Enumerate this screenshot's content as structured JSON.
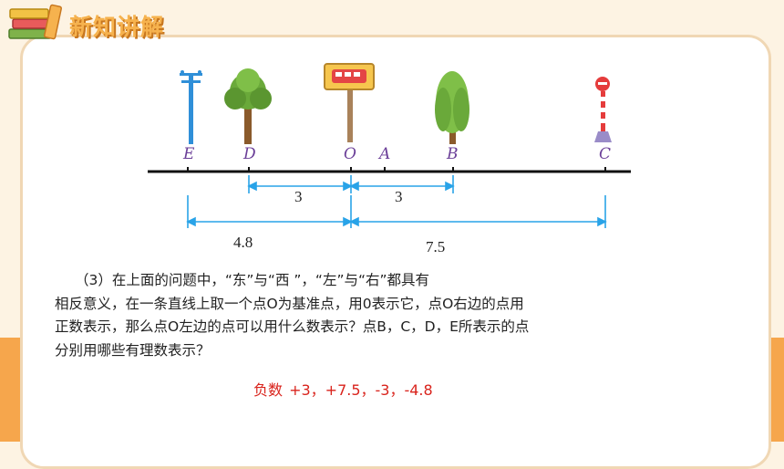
{
  "header": {
    "title": "新知讲解"
  },
  "points": [
    {
      "id": "E",
      "label": "E"
    },
    {
      "id": "D",
      "label": "D"
    },
    {
      "id": "O",
      "label": "O"
    },
    {
      "id": "A",
      "label": "A"
    },
    {
      "id": "B",
      "label": "B"
    },
    {
      "id": "C",
      "label": "C"
    }
  ],
  "distances": {
    "d_to_o": "3",
    "o_to_b": "3",
    "e_to_o": "4.8",
    "o_to_c": "7.5"
  },
  "icons": [
    "utility-pole-icon",
    "tree-icon",
    "bus-stop-sign-icon",
    "willow-tree-icon",
    "no-entry-sign-icon",
    "books-icon"
  ],
  "question": {
    "lines": [
      "（3）在上面的问题中，“东”与“西 ”，“左”与“右”都具有",
      "相反意义，在一条直线上取一个点O为基准点，用0表示它，点O右边的点用",
      "正数表示，那么点O左边的点可以用什么数表示？点B，C，D，E所表示的点",
      "分别用哪些有理数表示？"
    ]
  },
  "answer": {
    "text": "负数 +3，+7.5，-3，-4.8"
  },
  "colors": {
    "accent": "#f6a64c",
    "point_label": "#6b3f98",
    "measure": "#29a3e8",
    "answer": "#d9231c"
  }
}
